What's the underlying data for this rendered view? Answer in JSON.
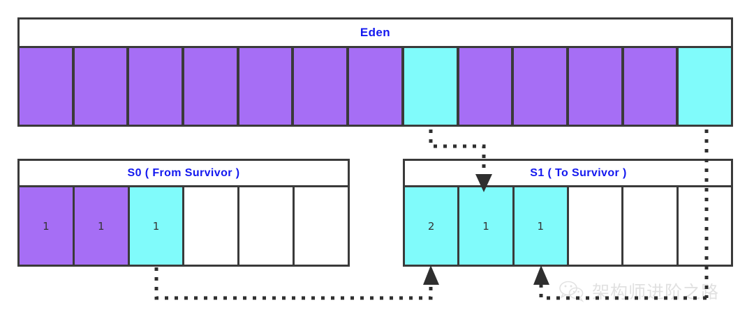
{
  "diagram": {
    "title": "JVM heap young generation: Eden and Survivor spaces",
    "colors": {
      "purple": "#a66ef5",
      "cyan": "#80fbfb",
      "empty": "#ffffff",
      "border": "#3a3a3a",
      "label_blue": "#1318ef",
      "digit": "#333333",
      "background": "#ffffff",
      "watermark": "#c9c9c9"
    }
  },
  "eden": {
    "label": "Eden",
    "cells": [
      {
        "fill": "purple",
        "value": ""
      },
      {
        "fill": "purple",
        "value": ""
      },
      {
        "fill": "purple",
        "value": ""
      },
      {
        "fill": "purple",
        "value": ""
      },
      {
        "fill": "purple",
        "value": ""
      },
      {
        "fill": "purple",
        "value": ""
      },
      {
        "fill": "purple",
        "value": ""
      },
      {
        "fill": "cyan",
        "value": ""
      },
      {
        "fill": "purple",
        "value": ""
      },
      {
        "fill": "purple",
        "value": ""
      },
      {
        "fill": "purple",
        "value": ""
      },
      {
        "fill": "purple",
        "value": ""
      },
      {
        "fill": "cyan",
        "value": ""
      }
    ]
  },
  "s0": {
    "label": "S0 ( From Survivor )",
    "cells": [
      {
        "fill": "purple",
        "value": "1"
      },
      {
        "fill": "purple",
        "value": "1"
      },
      {
        "fill": "cyan",
        "value": "1"
      },
      {
        "fill": "empty",
        "value": ""
      },
      {
        "fill": "empty",
        "value": ""
      },
      {
        "fill": "empty",
        "value": ""
      }
    ]
  },
  "s1": {
    "label": "S1 ( To Survivor )",
    "cells": [
      {
        "fill": "cyan",
        "value": "2"
      },
      {
        "fill": "cyan",
        "value": "1"
      },
      {
        "fill": "cyan",
        "value": "1"
      },
      {
        "fill": "empty",
        "value": ""
      },
      {
        "fill": "empty",
        "value": ""
      },
      {
        "fill": "empty",
        "value": ""
      }
    ]
  },
  "connectors": [
    {
      "name": "eden-cyan-to-s1-slot2",
      "from": "eden cell 8 (cyan)",
      "to": "S1 cell 2",
      "arrow": "down"
    },
    {
      "name": "eden-last-cyan-down-right-rail",
      "from": "eden cell 13 (cyan)",
      "to": "bottom rail",
      "arrow": "none"
    },
    {
      "name": "s0-cyan-to-s1-slot1",
      "from": "S0 cell 3 (cyan)",
      "to": "S1 cell 1",
      "arrow": "up"
    },
    {
      "name": "right-rail-to-s1-slot3",
      "from": "bottom rail",
      "to": "S1 cell 3",
      "arrow": "up"
    }
  ],
  "watermark": {
    "text": "架构师进阶之路",
    "icon": "wechat-icon"
  }
}
